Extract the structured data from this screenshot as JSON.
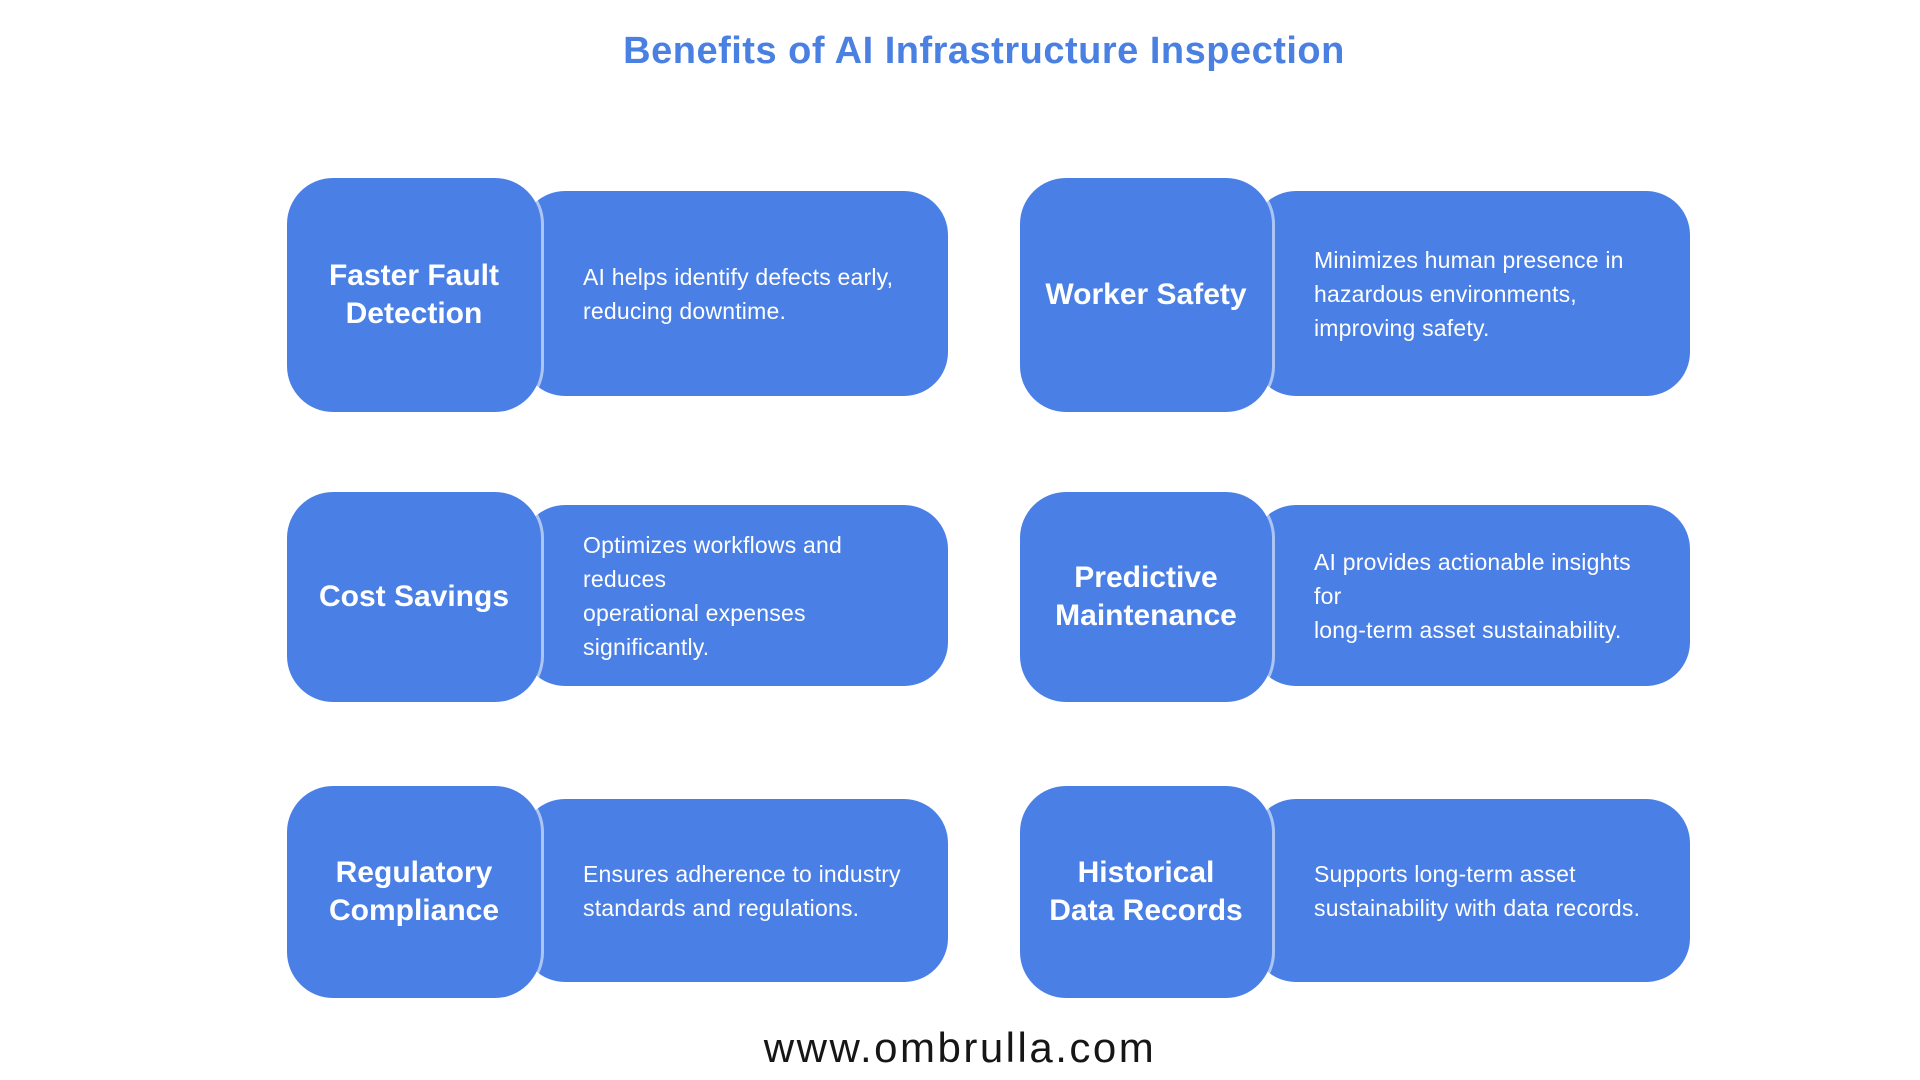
{
  "page": {
    "title": "Benefits of AI Infrastructure Inspection",
    "footer": "www.ombrulla.com"
  },
  "colors": {
    "background": "#ffffff",
    "box_blue": "#4a7fe6",
    "title_blue": "#4a80e2",
    "card_text": "#ffffff",
    "footer_text": "#161616"
  },
  "cards": [
    {
      "title": "Faster Fault\nDetection",
      "description": "AI helps identify defects early,\nreducing downtime."
    },
    {
      "title": "Worker Safety",
      "description": "Minimizes human presence in\nhazardous environments,\nimproving safety."
    },
    {
      "title": "Cost Savings",
      "description": "Optimizes workflows and reduces\noperational expenses significantly."
    },
    {
      "title": "Predictive\nMaintenance",
      "description": "AI provides actionable insights for\nlong-term asset sustainability."
    },
    {
      "title": "Regulatory\nCompliance",
      "description": "Ensures adherence to industry\nstandards and regulations."
    },
    {
      "title": "Historical\nData Records",
      "description": "Supports long-term asset\nsustainability with data records."
    }
  ]
}
